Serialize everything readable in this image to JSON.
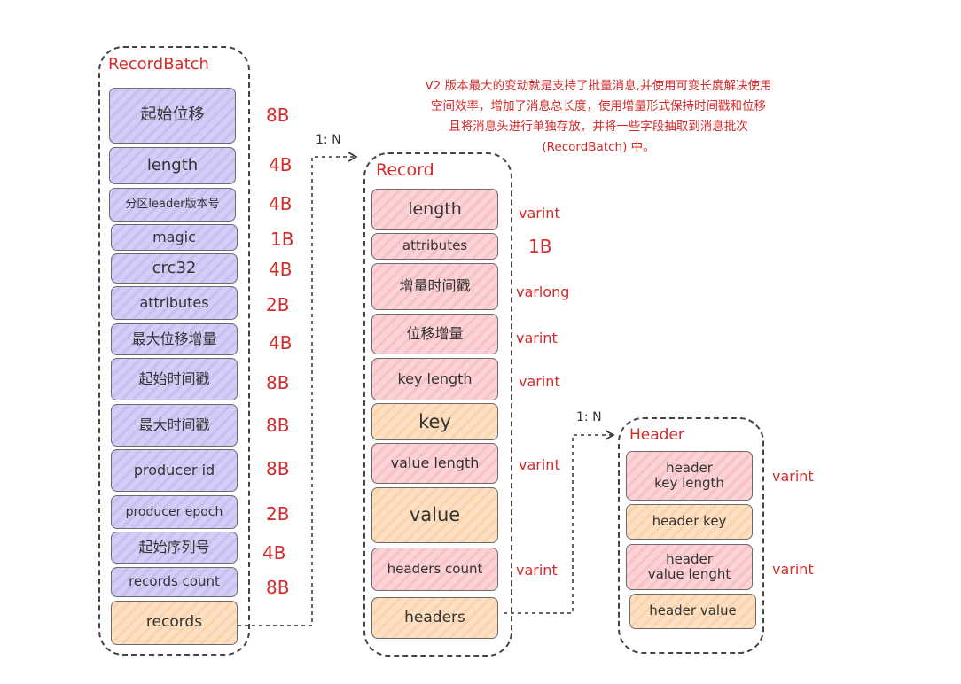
{
  "note": {
    "line1": "V2 版本最大的变动就是支持了批量消息,并使用可变长度解决使用",
    "line2": "空间效率，增加了消息总长度，使用增量形式保持时间戳和位移",
    "line3": "且将消息头进行单独存放，并将一些字段抽取到消息批次",
    "line4": "(RecordBatch) 中。"
  },
  "record_batch": {
    "title": "RecordBatch",
    "fields": [
      {
        "label": "起始位移",
        "size": "8B"
      },
      {
        "label": "length",
        "size": "4B"
      },
      {
        "label": "分区leader版本号",
        "size": "4B"
      },
      {
        "label": "magic",
        "size": "1B"
      },
      {
        "label": "crc32",
        "size": "4B"
      },
      {
        "label": "attributes",
        "size": "2B"
      },
      {
        "label": "最大位移增量",
        "size": "4B"
      },
      {
        "label": "起始时间戳",
        "size": "8B"
      },
      {
        "label": "最大时间戳",
        "size": "8B"
      },
      {
        "label": "producer id",
        "size": "8B"
      },
      {
        "label": "producer epoch",
        "size": "2B"
      },
      {
        "label": "起始序列号",
        "size": "4B"
      },
      {
        "label": "records count",
        "size": "8B"
      },
      {
        "label": "records",
        "size": ""
      }
    ]
  },
  "record": {
    "title": "Record",
    "fields": [
      {
        "label": "length",
        "size": "varint"
      },
      {
        "label": "attributes",
        "size": "1B"
      },
      {
        "label": "增量时间戳",
        "size": "varlong"
      },
      {
        "label": "位移增量",
        "size": "varint"
      },
      {
        "label": "key length",
        "size": "varint"
      },
      {
        "label": "key",
        "size": ""
      },
      {
        "label": "value length",
        "size": "varint"
      },
      {
        "label": "value",
        "size": ""
      },
      {
        "label": "headers count",
        "size": "varint"
      },
      {
        "label": "headers",
        "size": ""
      }
    ]
  },
  "header": {
    "title": "Header",
    "fields": [
      {
        "label_line1": "header",
        "label_line2": "key length",
        "size": "varint"
      },
      {
        "label_line1": "header key",
        "label_line2": "",
        "size": ""
      },
      {
        "label_line1": "header",
        "label_line2": "value lenght",
        "size": "varint"
      },
      {
        "label_line1": "header value",
        "label_line2": "",
        "size": ""
      }
    ]
  },
  "relations": {
    "batch_to_record": "1: N",
    "record_to_header": "1: N"
  },
  "colors": {
    "accent_red": "#d42a2a",
    "purple_fill": "#d4cdf6",
    "pink_fill": "#fbd3d6",
    "orange_fill": "#fde0c1"
  }
}
